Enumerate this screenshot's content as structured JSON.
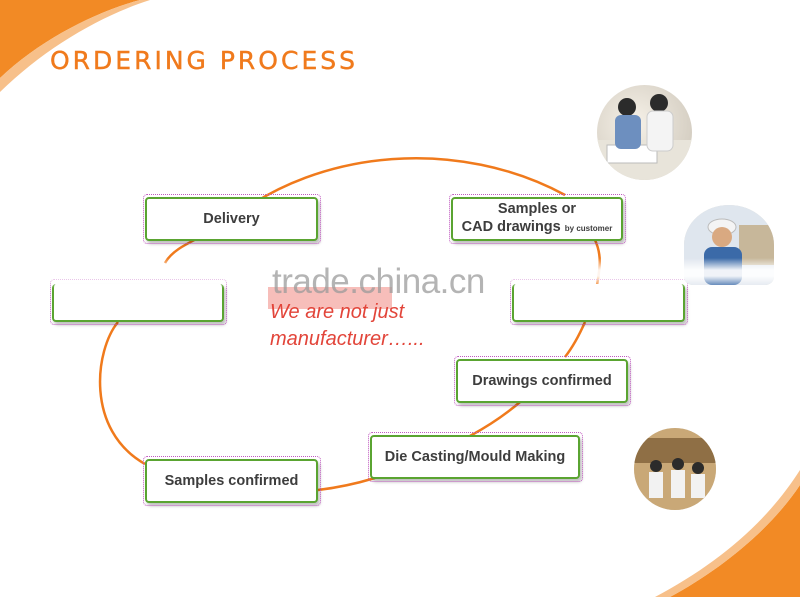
{
  "title": "ORDERING PROCESS",
  "steps": {
    "delivery": "Delivery",
    "samples_line1": "Samples or",
    "samples_line2": "CAD drawings",
    "samples_note": "by customer",
    "drawings_confirmed": "Drawings confirmed",
    "die_casting": "Die Casting/Mould Making",
    "samples_confirmed": "Samples confirmed"
  },
  "slogan": {
    "line1": "We are not just",
    "line2": "manufacturer…..."
  },
  "watermark": "trade.china.cn",
  "colors": {
    "accent": "#f07a1c",
    "box_border": "#5aa431",
    "slogan": "#e2453a",
    "loop": "#f07a1c"
  }
}
